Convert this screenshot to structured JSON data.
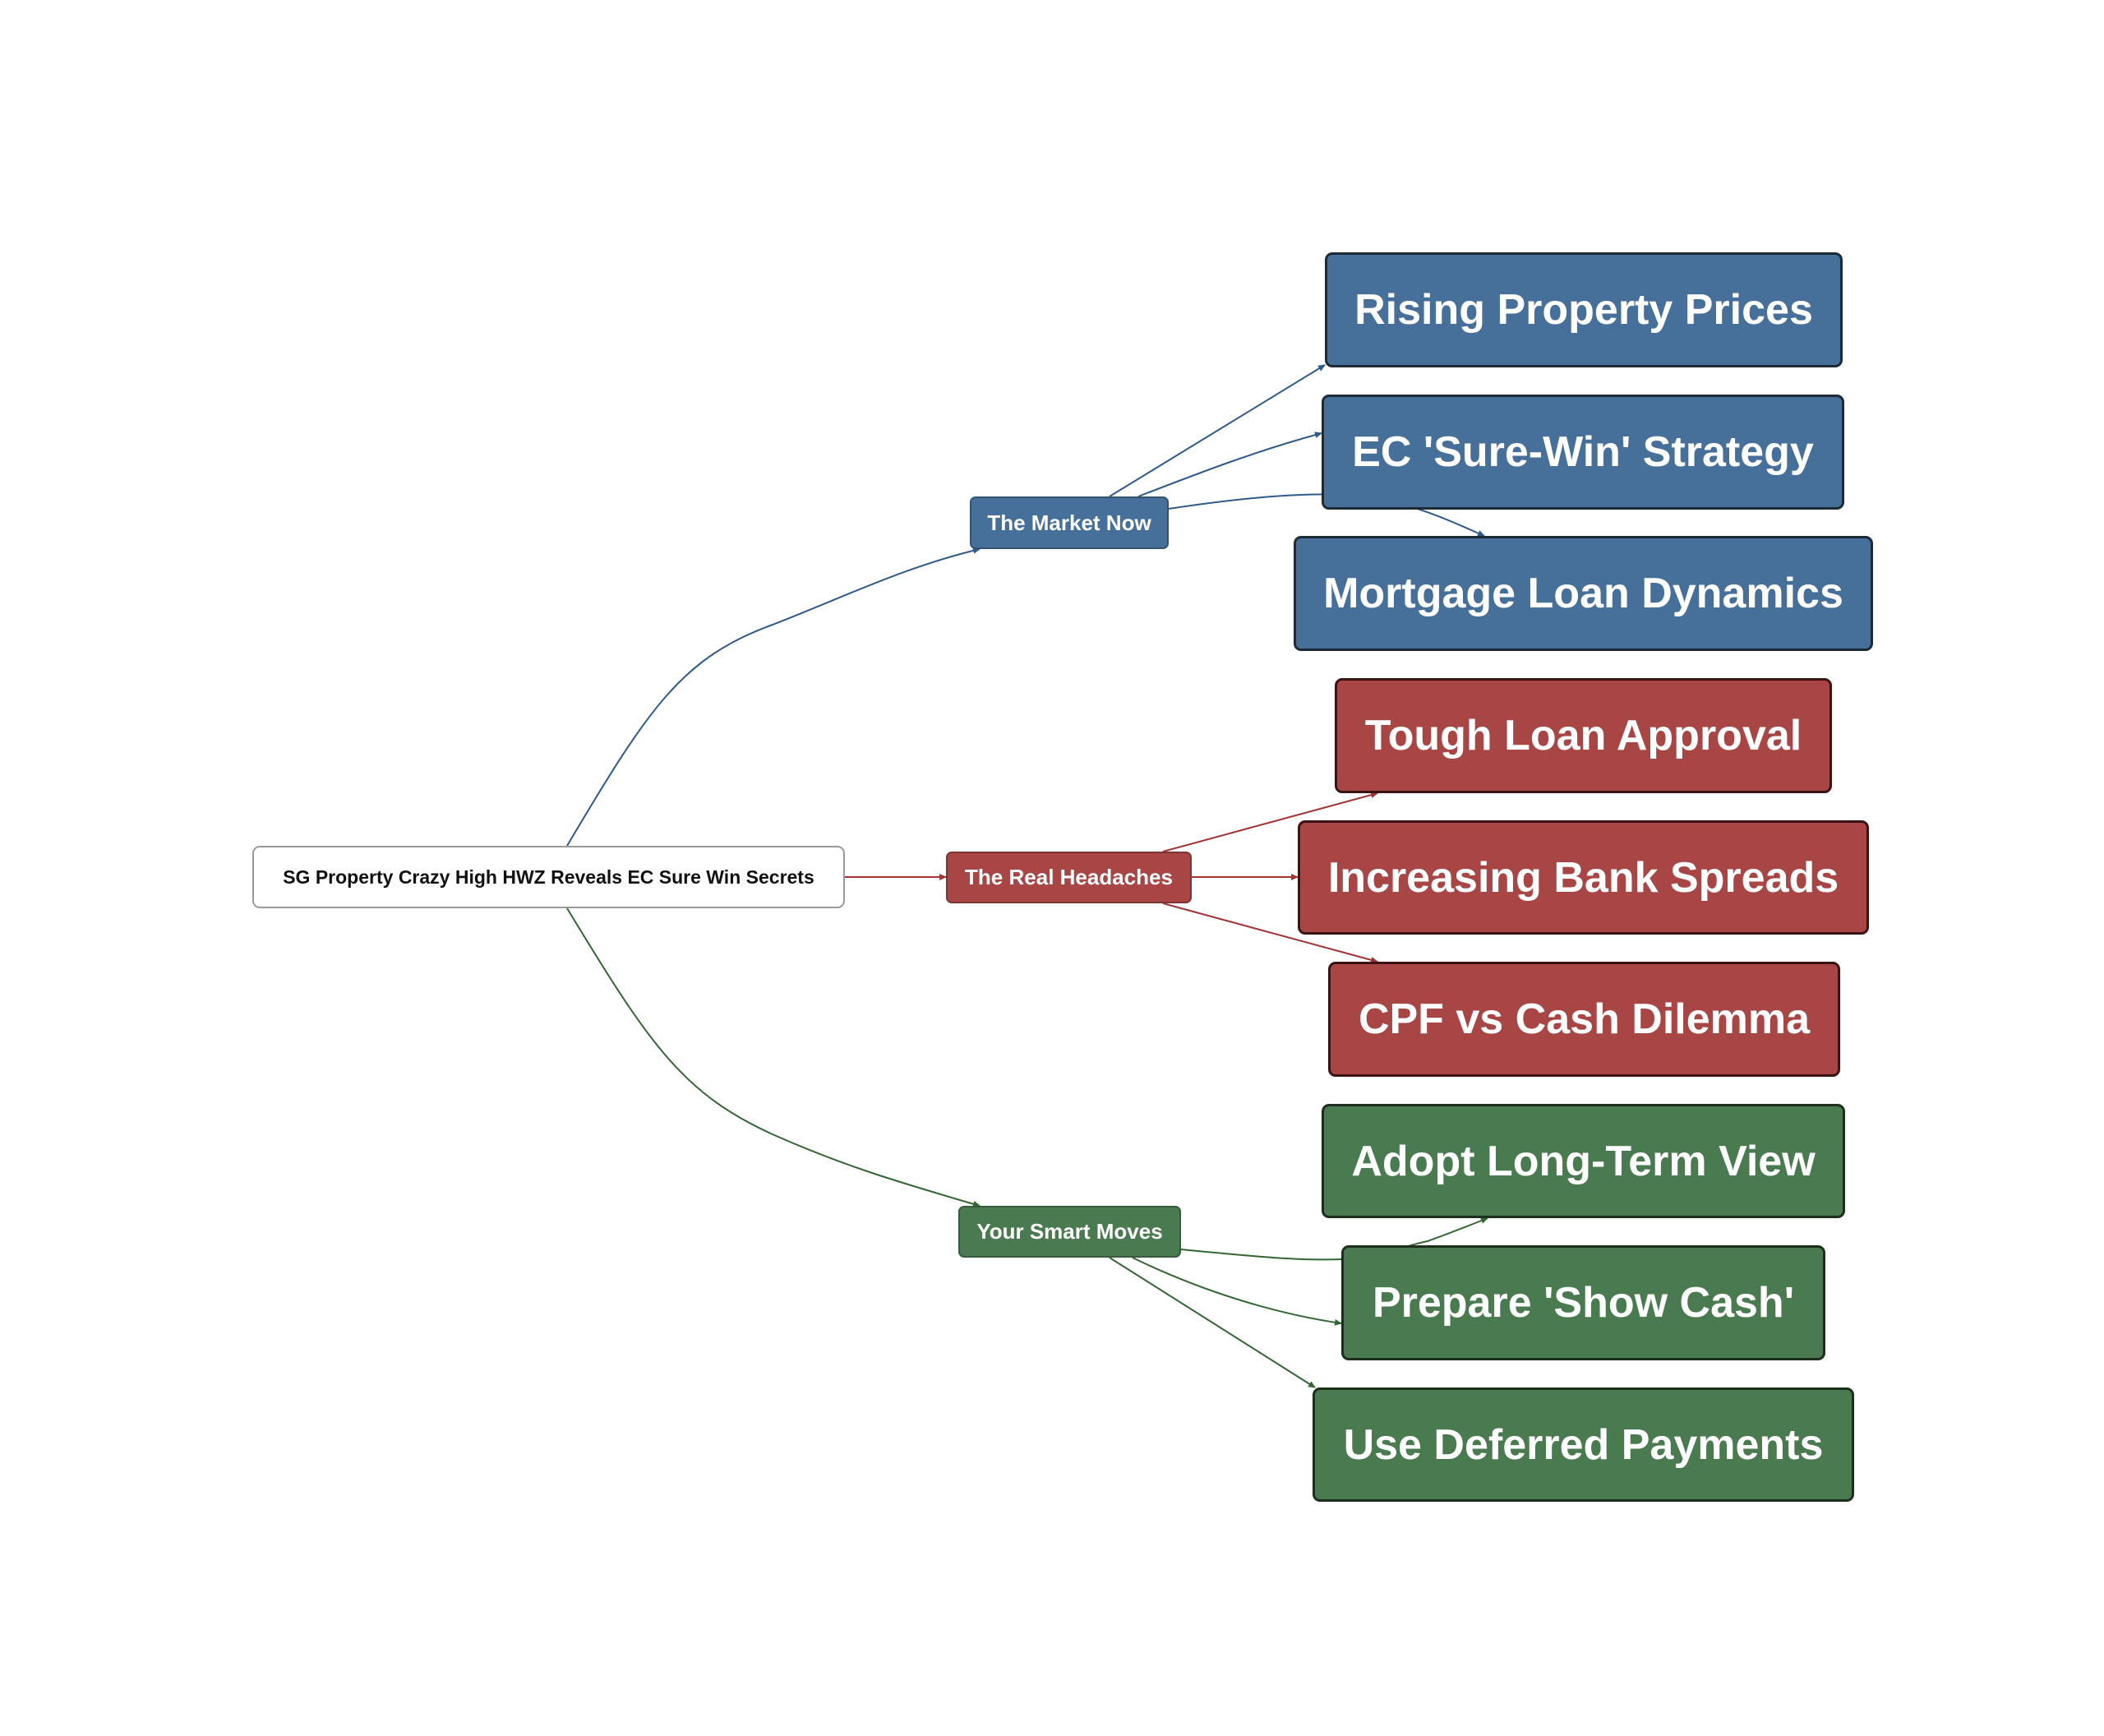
{
  "colors": {
    "blue": "#466f99",
    "red": "#a84646",
    "green": "#4a7a4f",
    "root_bg": "#ffffff",
    "root_border": "#9a9a9a"
  },
  "root": {
    "label": "SG Property Crazy High HWZ Reveals EC Sure Win Secrets"
  },
  "branches": [
    {
      "label": "The Market Now",
      "color": "blue",
      "children": [
        {
          "label": "Rising Property Prices"
        },
        {
          "label": "EC 'Sure-Win' Strategy"
        },
        {
          "label": "Mortgage Loan Dynamics"
        }
      ]
    },
    {
      "label": "The Real Headaches",
      "color": "red",
      "children": [
        {
          "label": "Tough Loan Approval"
        },
        {
          "label": "Increasing Bank Spreads"
        },
        {
          "label": "CPF vs Cash Dilemma"
        }
      ]
    },
    {
      "label": "Your Smart Moves",
      "color": "green",
      "children": [
        {
          "label": "Adopt Long-Term View"
        },
        {
          "label": "Prepare 'Show Cash'"
        },
        {
          "label": "Use Deferred Payments"
        }
      ]
    }
  ]
}
